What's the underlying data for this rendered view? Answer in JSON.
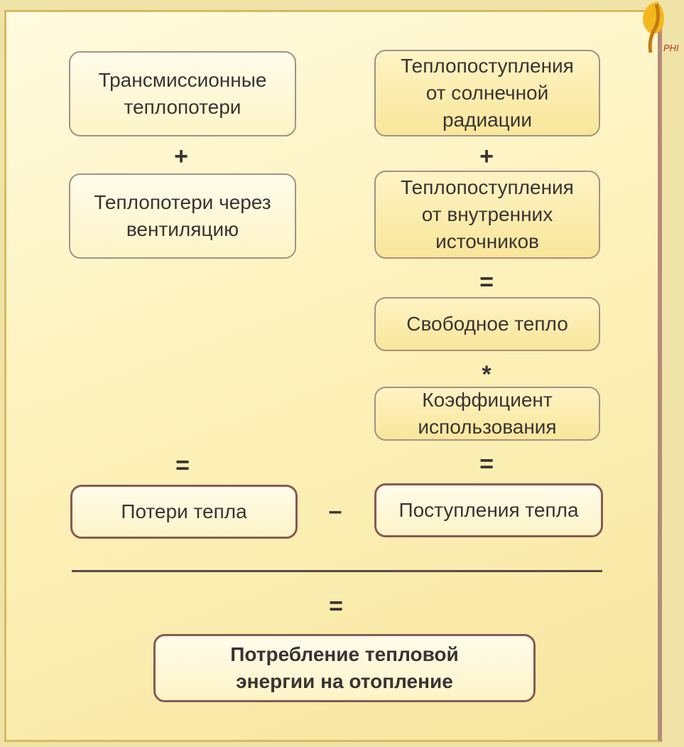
{
  "logo": {
    "text": "РНІ",
    "icon": "leaf-logo-icon",
    "color": "#e0a11a"
  },
  "boxes": {
    "transmission": "Трансмиссионные\nтеплопотери",
    "ventilation": "Теплопотери через\nвентиляцию",
    "solar": "Теплопоступления\nот солнечной\nрадиации",
    "internal": "Теплопоступления\nот внутренних\nисточников",
    "free_heat": "Свободное тепло",
    "coefficient": "Коэффициент\nиспользования",
    "losses": "Потери тепла",
    "gains": "Поступления тепла",
    "result": "Потребление тепловой\nэнергии на отопление"
  },
  "operators": {
    "plus_left": "+",
    "plus_right_1": "+",
    "equals_right_1": "=",
    "multiply": "*",
    "equals_left": "=",
    "equals_right_2": "=",
    "minus": "–",
    "equals_result": "="
  },
  "colors": {
    "box_border": "#a88f84",
    "strong_border": "#8a5a55",
    "background": "#fdf2bb"
  }
}
